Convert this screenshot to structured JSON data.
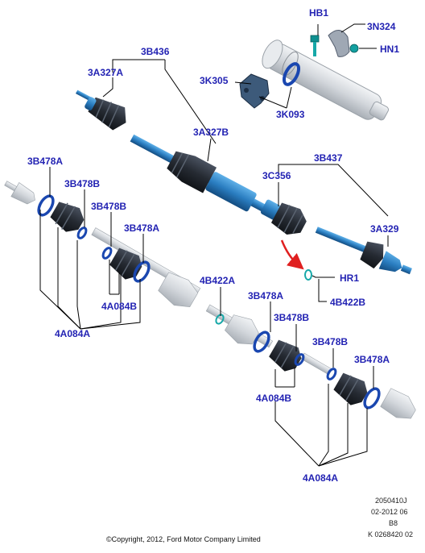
{
  "labels": {
    "hb1": "HB1",
    "n3n324": "3N324",
    "hn1": "HN1",
    "b3b436": "3B436",
    "a3a327a": "3A327A",
    "k3k305": "3K305",
    "k3k093": "3K093",
    "a3a327b": "3A327B",
    "b3b437": "3B437",
    "c3c356": "3C356",
    "a3a329": "3A329",
    "hr1": "HR1",
    "b4b422b": "4B422B",
    "b3b478a_1": "3B478A",
    "b3b478b_1": "3B478B",
    "b3b478b_2": "3B478B",
    "b3b478a_2": "3B478A",
    "b4b422a": "4B422A",
    "a4a084b_1": "4A084B",
    "a4a084a_1": "4A084A",
    "b3b478a_3": "3B478A",
    "b3b478b_3": "3B478B",
    "b3b478b_4": "3B478B",
    "b3b478a_4": "3B478A",
    "a4a084b_2": "4A084B",
    "a4a084a_2": "4A084A"
  },
  "footer": {
    "code1": "2050410J",
    "code2": "02-2012 06",
    "code3": "B8",
    "code4": "K 0268420 02",
    "copyright": "©Copyright, 2012, Ford Motor Company Limited"
  },
  "colors": {
    "label": "#2323b3",
    "shaft_blue": "#2a7dc0",
    "shaft_dark": "#134c80",
    "ring_blue": "#1a47b0",
    "boot_dark": "#262b33",
    "arrow_red": "#e02020",
    "grey_part": "#d3d7dc"
  }
}
